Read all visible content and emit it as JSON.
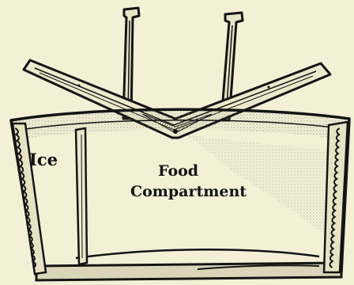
{
  "labels": {
    "ice": "Ice",
    "food_line1": "Food",
    "food_line2": "Compartment"
  },
  "colors": {
    "paper": "#f3f0d6",
    "ink": "#141414",
    "stipple": "#8c8a78"
  }
}
